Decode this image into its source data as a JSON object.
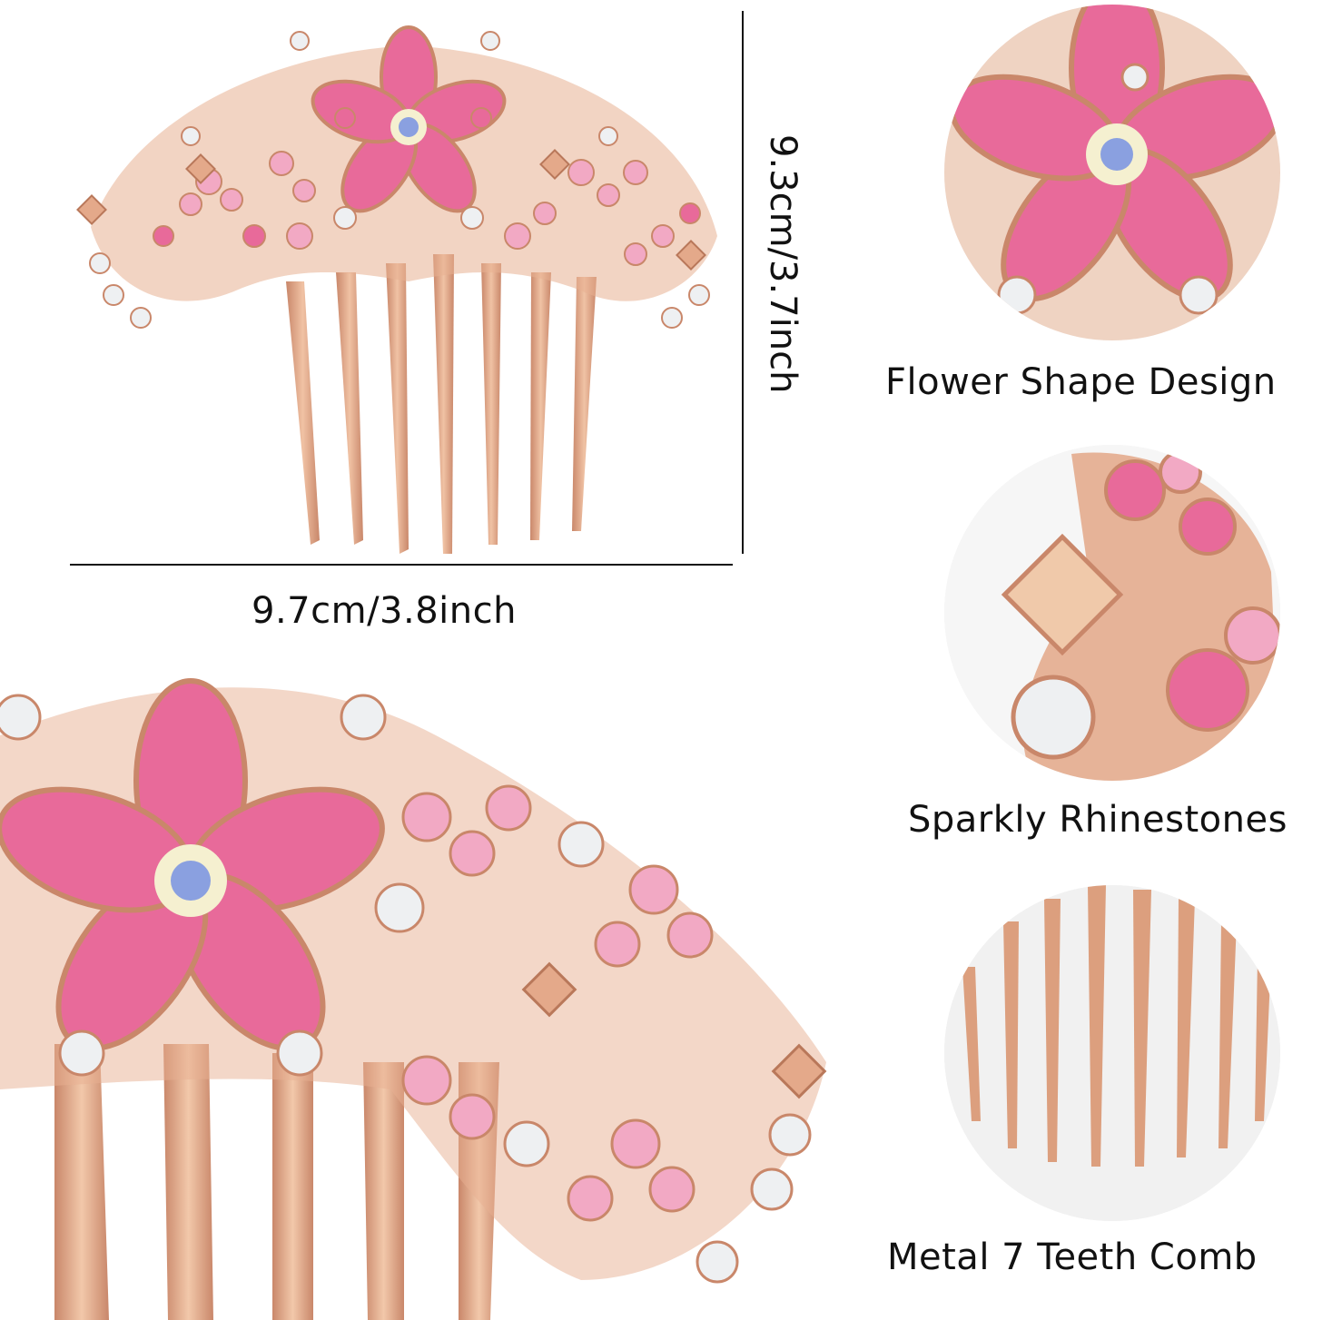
{
  "dimensions": {
    "height_label": "9.3cm/3.7inch",
    "width_label": "9.7cm/3.8inch"
  },
  "features": [
    {
      "icon": "flower-closeup",
      "label": "Flower Shape Design"
    },
    {
      "icon": "rhinestone-closeup",
      "label": "Sparkly Rhinestones"
    },
    {
      "icon": "comb-teeth-closeup",
      "label": "Metal 7 Teeth Comb"
    }
  ],
  "colors": {
    "rose_gold": "#d9a07e",
    "rose_gold_dark": "#b9785a",
    "pink_stone": "#e86a9a",
    "light_pink_stone": "#f2a9c4",
    "clear_stone": "#eef0f2",
    "ab_center": "#8aa0e0",
    "circle_bg": "#f1f1f1"
  }
}
